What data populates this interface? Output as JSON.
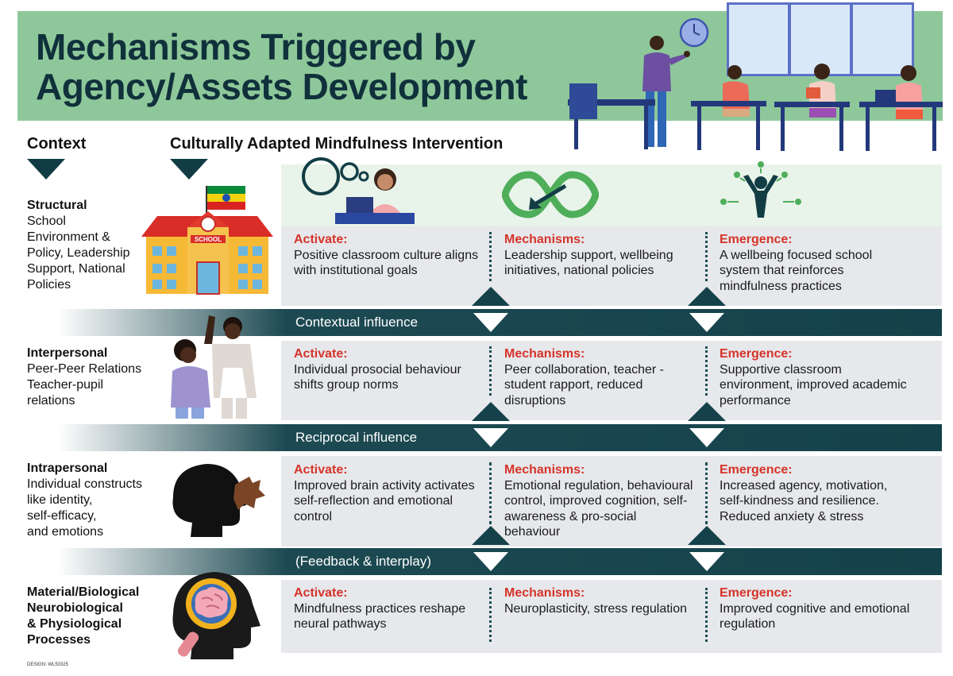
{
  "title": "Mechanisms Triggered by Agency/Assets Development",
  "headings": {
    "context": "Context",
    "intervention": "Culturally Adapted Mindfulness Intervention"
  },
  "school_sign": "SCHOOL",
  "rows": [
    {
      "context_title": "Structural",
      "context_lines": [
        "School",
        "Environment &",
        "Policy, Leadership",
        "Support, National",
        "Policies"
      ],
      "activate_label": "Activate:",
      "activate_text": "Positive classroom culture aligns with institutional goals",
      "mechanisms_label": "Mechanisms:",
      "mechanisms_text": "Leadership support, wellbeing initiatives, national policies",
      "emergence_label": "Emergence:",
      "emergence_text": "A wellbeing focused school system that reinforces mindfulness practices"
    },
    {
      "context_title": "Interpersonal",
      "context_lines": [
        "Peer-Peer Relations",
        "Teacher-pupil",
        "relations"
      ],
      "activate_label": "Activate:",
      "activate_text": "Individual prosocial behaviour shifts group norms",
      "mechanisms_label": "Mechanisms:",
      "mechanisms_text": "Peer collaboration, teacher - student rapport, reduced disruptions",
      "emergence_label": "Emergence:",
      "emergence_text": "Supportive classroom environment, improved academic performance"
    },
    {
      "context_title": "Intrapersonal",
      "context_lines": [
        "Individual constructs",
        "like identity,",
        "self-efficacy,",
        "and emotions"
      ],
      "activate_label": "Activate:",
      "activate_text": "Improved brain activity activates self-reflection and emotional control",
      "mechanisms_label": "Mechanisms:",
      "mechanisms_text": "Emotional regulation, behavioural control, improved cognition, self-awareness & pro-social behaviour",
      "emergence_label": "Emergence:",
      "emergence_text": "Increased agency, motivation, self-kindness and resilience. Reduced anxiety & stress"
    },
    {
      "context_title": "Material/Biological",
      "context_lines": [
        "Neurobiological",
        "& Physiological",
        "Processes"
      ],
      "activate_label": "Activate:",
      "activate_text": "Mindfulness practices reshape neural pathways",
      "mechanisms_label": "Mechanisms:",
      "mechanisms_text": "Neuroplasticity, stress regulation",
      "emergence_label": "Emergence:",
      "emergence_text": "Improved cognitive and emotional regulation"
    }
  ],
  "bands": [
    "Contextual influence",
    "Reciprocal influence",
    "(Feedback & interplay)"
  ],
  "design_credit": "DESIGN: WL50325",
  "colors": {
    "header_green": "#8ec89a",
    "title_navy": "#10313b",
    "band_teal": "#15424a",
    "row_grey": "#e6e8eb",
    "label_red": "#d6332a",
    "icon_green": "#4fae5a"
  },
  "icons": [
    "thinking-student-icon",
    "cycle-arrows-icon",
    "emerging-person-icon",
    "school-building-icon",
    "high-five-students-icon",
    "puzzle-head-icon",
    "brain-magnifier-icon"
  ]
}
